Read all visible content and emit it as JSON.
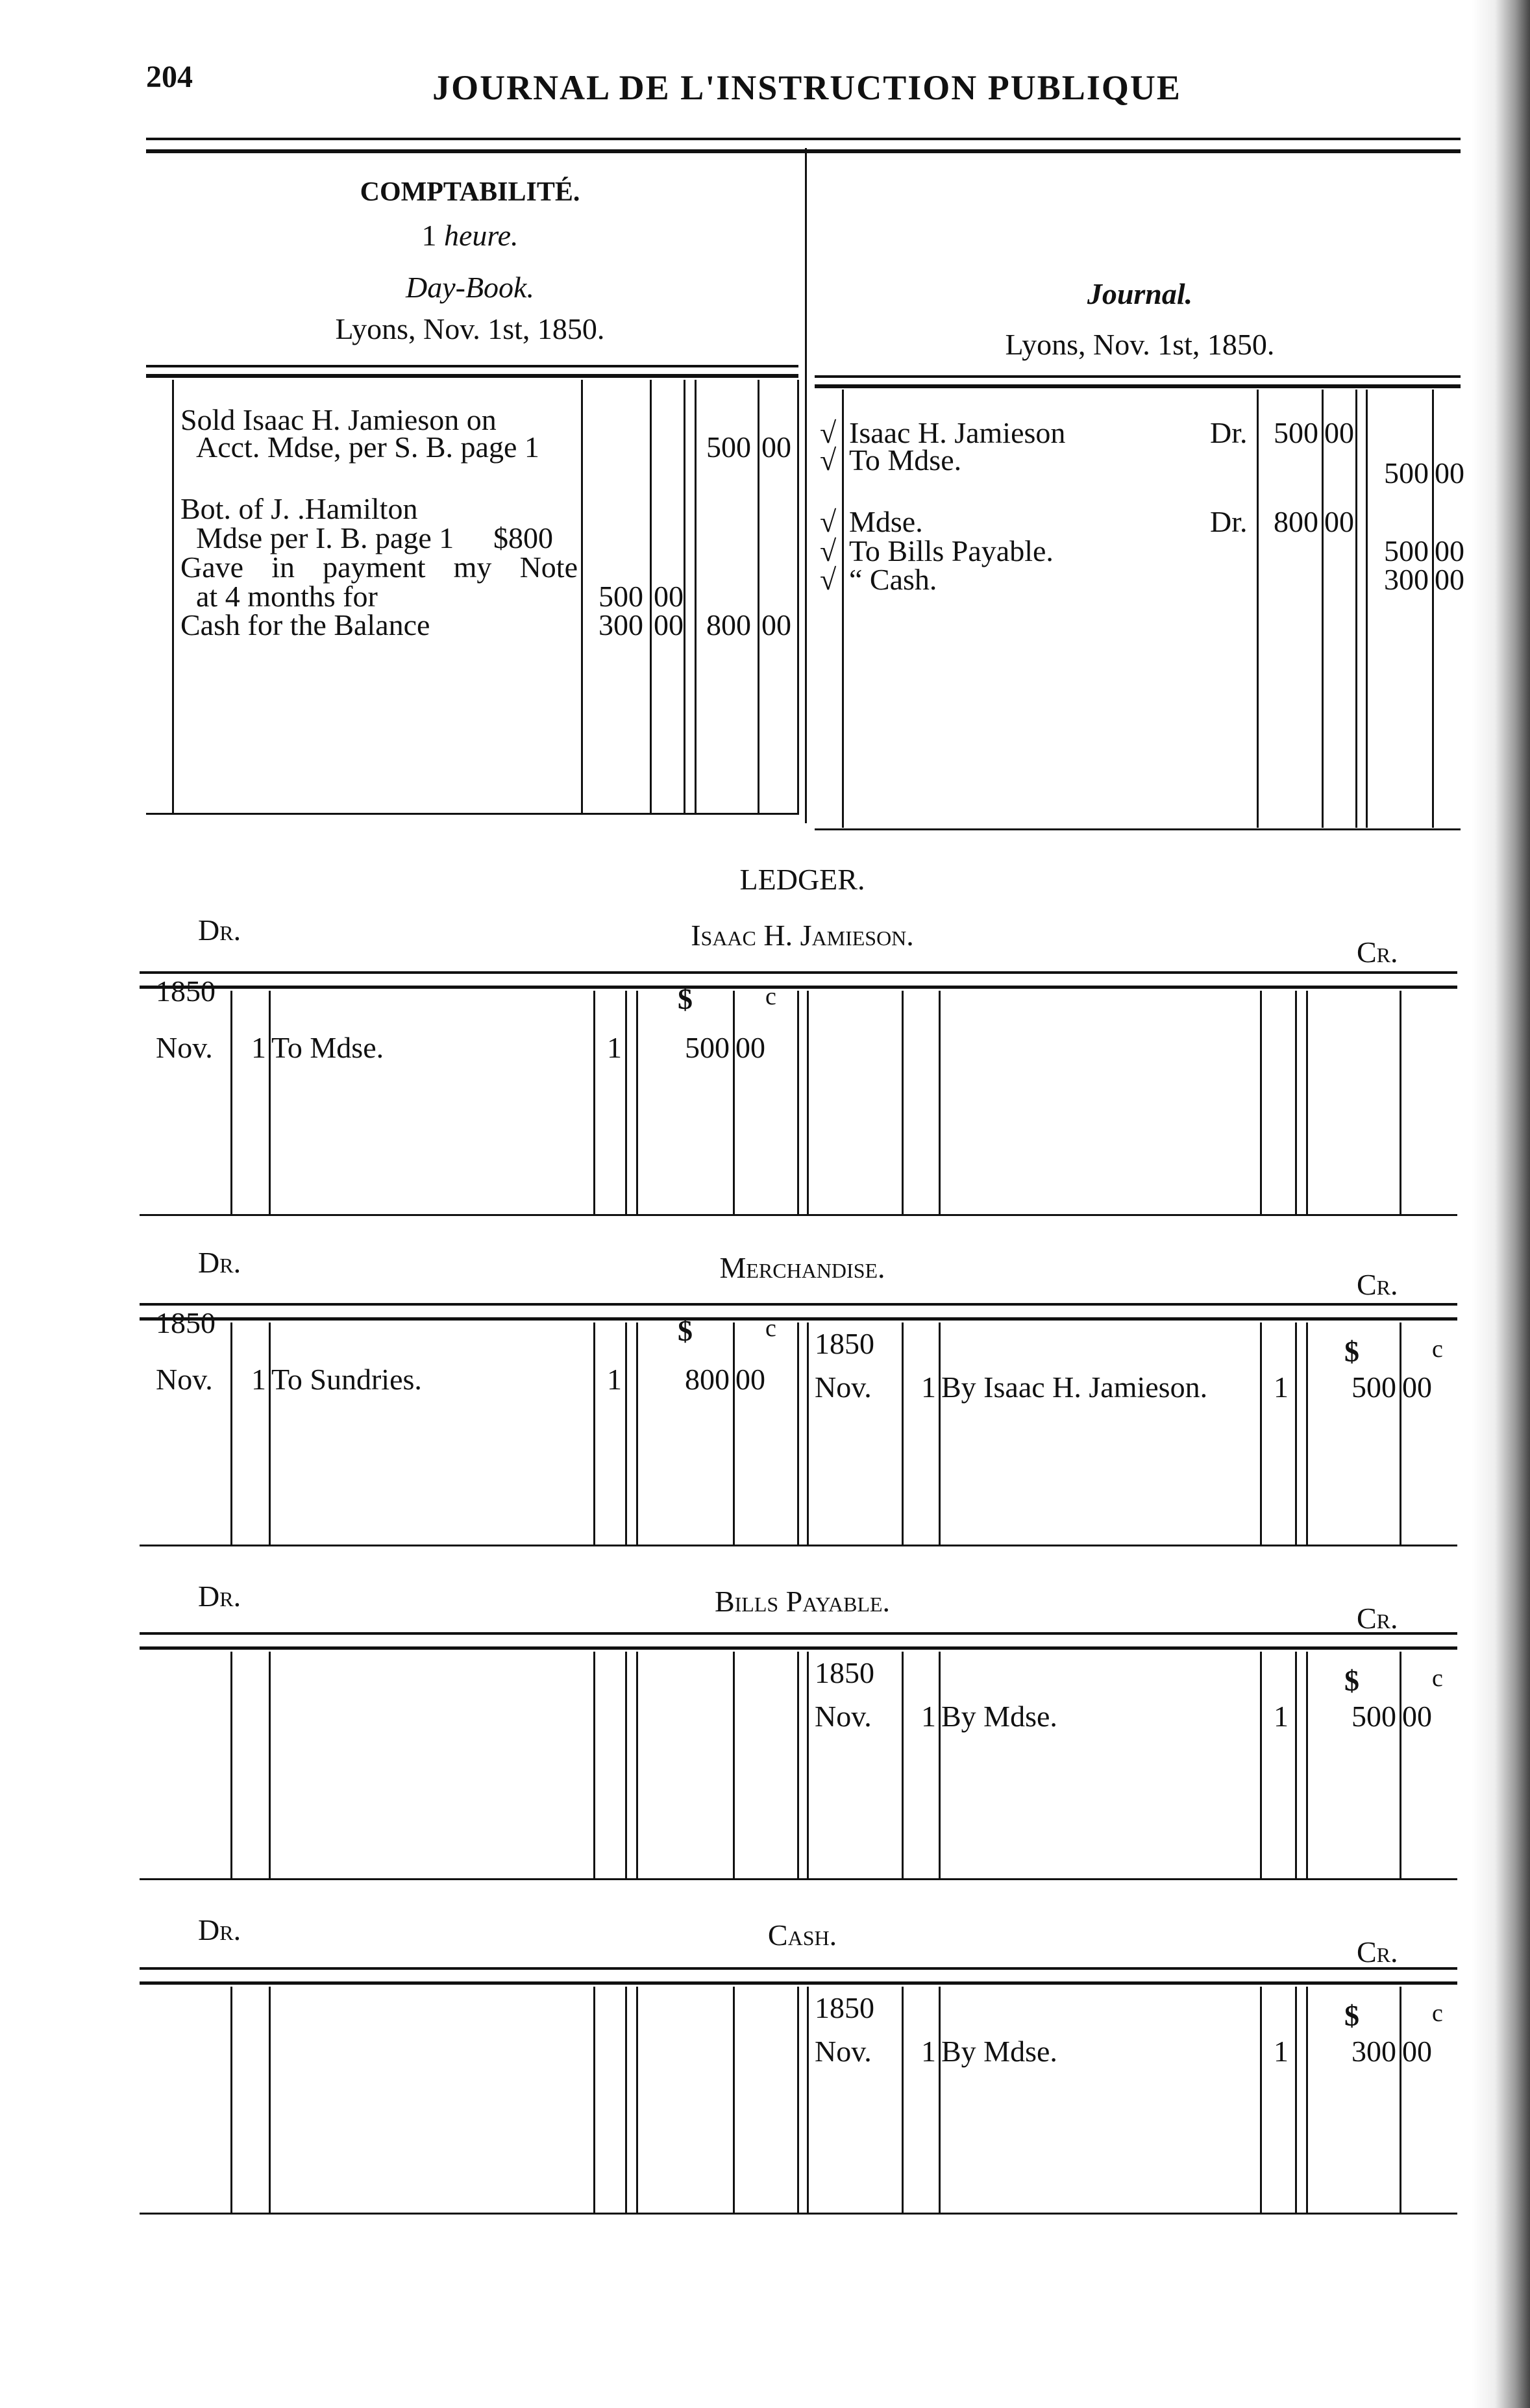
{
  "header": {
    "page_number": "204",
    "title": "JOURNAL DE L'INSTRUCTION PUBLIQUE"
  },
  "daybook": {
    "section": "COMPTABILITÉ.",
    "duration_num": "1",
    "duration_unit": "heure.",
    "title": "Day-Book.",
    "place_date": "Lyons, Nov. 1st, 1850.",
    "lines": [
      {
        "text": "Sold Isaac H. Jamieson on",
        "inner": "",
        "outer": ""
      },
      {
        "text": "Acct. Mdse, per S. B. page 1",
        "inner": "",
        "outer": "500 00"
      },
      {
        "text": "Bot. of J. .Hamilton",
        "inner": "",
        "outer": ""
      },
      {
        "text": "Mdse per I. B. page 1    $800",
        "inner": "",
        "outer": ""
      },
      {
        "text": "Gave in payment my Note",
        "inner": "",
        "outer": ""
      },
      {
        "text": "at 4 months for",
        "inner": "500 00",
        "outer": ""
      },
      {
        "text": "Cash for the Balance",
        "inner": "300 00",
        "outer": "800 00"
      }
    ]
  },
  "journal": {
    "title": "Journal.",
    "place_date": "Lyons, Nov. 1st, 1850.",
    "lines": [
      {
        "check": "√",
        "text": "Isaac H. Jamieson",
        "dr": "Dr.",
        "debit": "500",
        "debit_c": "00",
        "credit": "",
        "credit_c": ""
      },
      {
        "check": "√",
        "text": "To Mdse.",
        "dr": "",
        "debit": "",
        "debit_c": "",
        "credit": "500",
        "credit_c": "00"
      },
      {
        "check": "√",
        "text": "Mdse.",
        "dr": "Dr.",
        "debit": "800",
        "debit_c": "00",
        "credit": "",
        "credit_c": ""
      },
      {
        "check": "√",
        "text": "To Bills Payable.",
        "dr": "",
        "debit": "",
        "debit_c": "",
        "credit": "500",
        "credit_c": "00"
      },
      {
        "check": "√",
        "text": "“  Cash.",
        "dr": "",
        "debit": "",
        "debit_c": "",
        "credit": "300",
        "credit_c": "00"
      }
    ]
  },
  "ledger": {
    "title": "LEDGER.",
    "dr": "Dr.",
    "cr": "Cr.",
    "accounts": [
      {
        "name": "Isaac H. Jamieson.",
        "debit": {
          "year": "1850",
          "currency": "$",
          "cents_label": "c",
          "entries": [
            {
              "month": "Nov.",
              "day": "1",
              "desc": "To Mdse.",
              "folio": "1",
              "dollars": "500",
              "cents": "00"
            }
          ]
        },
        "credit": null
      },
      {
        "name": "Merchandise.",
        "debit": {
          "year": "1850",
          "currency": "$",
          "cents_label": "c",
          "entries": [
            {
              "month": "Nov.",
              "day": "1",
              "desc": "To Sundries.",
              "folio": "1",
              "dollars": "800",
              "cents": "00"
            }
          ]
        },
        "credit": {
          "year": "1850",
          "currency": "$",
          "cents_label": "c",
          "entries": [
            {
              "month": "Nov.",
              "day": "1",
              "desc": "By Isaac H. Jamieson.",
              "folio": "1",
              "dollars": "500",
              "cents": "00"
            }
          ]
        }
      },
      {
        "name": "Bills Payable.",
        "debit": null,
        "credit": {
          "year": "1850",
          "currency": "$",
          "cents_label": "c",
          "entries": [
            {
              "month": "Nov.",
              "day": "1",
              "desc": "By Mdse.",
              "folio": "1",
              "dollars": "500",
              "cents": "00"
            }
          ]
        }
      },
      {
        "name": "Cash.",
        "debit": null,
        "credit": {
          "year": "1850",
          "currency": "$",
          "cents_label": "c",
          "entries": [
            {
              "month": "Nov.",
              "day": "1",
              "desc": "By Mdse.",
              "folio": "1",
              "dollars": "300",
              "cents": "00"
            }
          ]
        }
      }
    ]
  }
}
